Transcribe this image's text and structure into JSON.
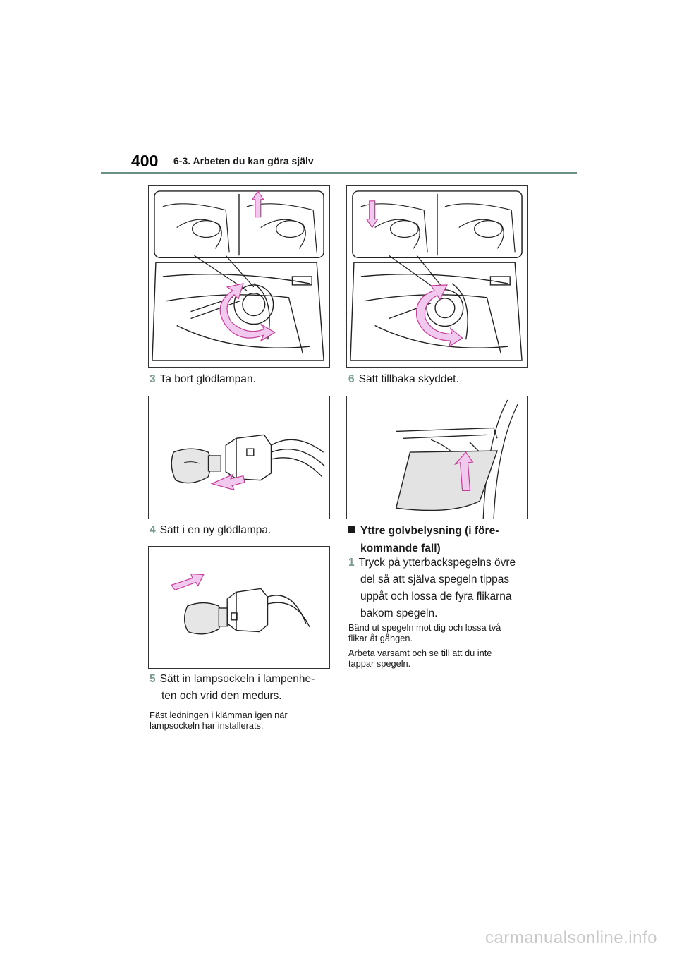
{
  "header": {
    "page_number": "400",
    "section": "6-3. Arbeten du kan göra själv",
    "accent": "#6b8f80"
  },
  "left": {
    "step3": {
      "num": "3",
      "text": "Ta bort glödlampan."
    },
    "step4": {
      "num": "4",
      "text": "Sätt i en ny glödlampa."
    },
    "step5": {
      "num": "5",
      "line1": "Sätt in lampsockeln i lampenhe-",
      "line2": "ten och vrid den medurs."
    },
    "note5": {
      "line1": "Fäst ledningen i klämman igen när",
      "line2": "lampsockeln har installerats."
    }
  },
  "right": {
    "step6": {
      "num": "6",
      "text": "Sätt tillbaka skyddet."
    },
    "heading": {
      "line1": "Yttre golvbelysning (i före-",
      "line2": "kommande fall)"
    },
    "step1": {
      "num": "1",
      "line1": "Tryck på ytterbackspegelns övre",
      "line2": "del så att själva spegeln tippas",
      "line3": "uppåt och lossa de fyra flikarna",
      "line4": "bakom spegeln."
    },
    "note1": {
      "line1": "Bänd ut spegeln mot dig och lossa två",
      "line2": "flikar åt gången."
    },
    "note2": {
      "line1": "Arbeta varsamt och se till att du inte",
      "line2": "tappar spegeln."
    }
  },
  "colors": {
    "arrow_fill": "#f1c8ee",
    "arrow_stroke": "#c43c97",
    "step_num": "#7a9b8e"
  },
  "watermark": "carmanualsonline.info"
}
